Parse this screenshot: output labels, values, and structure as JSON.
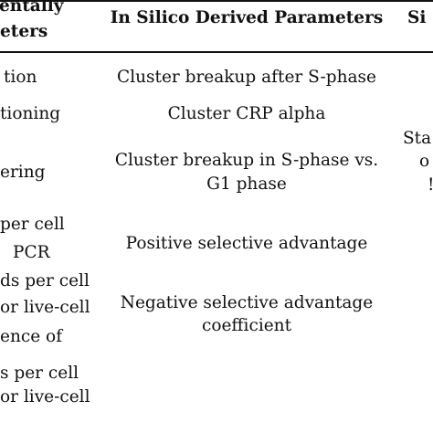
{
  "table": {
    "headers": {
      "left_line1": "entally",
      "left_line2": "eters",
      "middle": "In Silico Derived Parameters",
      "right": "Si"
    },
    "left_column": [
      "tion",
      "tioning",
      "ering",
      "per cell",
      "PCR",
      "ds per cell",
      "or live-cell",
      "ence of",
      "s per cell",
      "or live-cell"
    ],
    "middle_column": [
      "Cluster breakup after S-phase",
      "Cluster CRP alpha",
      "Cluster breakup in S-phase vs.",
      "G1 phase",
      "Positive selective advantage",
      "Negative selective advantage",
      "coefficient"
    ],
    "right_column": [
      "Sta",
      "o",
      "!"
    ]
  }
}
